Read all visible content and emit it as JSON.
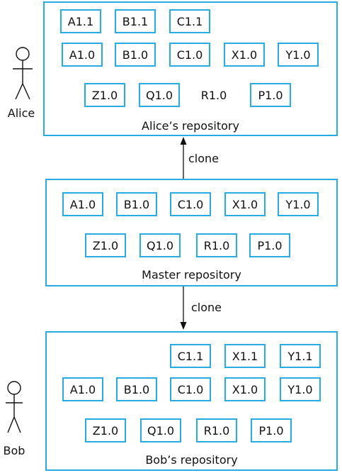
{
  "actors": {
    "alice": "Alice",
    "bob": "Bob"
  },
  "arrows": {
    "clone_to_alice": "clone",
    "clone_to_bob": "clone"
  },
  "repos": {
    "alice": {
      "label": "Alice’s repository",
      "row1": [
        "A1.1",
        "B1.1",
        "C1.1"
      ],
      "row2": [
        "A1.0",
        "B1.0",
        "C1.0",
        "X1.0",
        "Y1.0"
      ],
      "row3": [
        "Z1.0",
        "Q1.0",
        "R1.0",
        "P1.0"
      ]
    },
    "master": {
      "label": "Master repository",
      "row1": [
        "A1.0",
        "B1.0",
        "C1.0",
        "X1.0",
        "Y1.0"
      ],
      "row2": [
        "Z1.0",
        "Q1.0",
        "R1.0",
        "P1.0"
      ]
    },
    "bob": {
      "label": "Bob’s repository",
      "row1": [
        "C1.1",
        "X1.1",
        "Y1.1"
      ],
      "row2": [
        "A1.0",
        "B1.0",
        "C1.0",
        "X1.0",
        "Y1.0"
      ],
      "row3": [
        "Z1.0",
        "Q1.0",
        "R1.0",
        "P1.0"
      ]
    }
  },
  "colors": {
    "accent": "#29abe2",
    "text": "#111111"
  }
}
